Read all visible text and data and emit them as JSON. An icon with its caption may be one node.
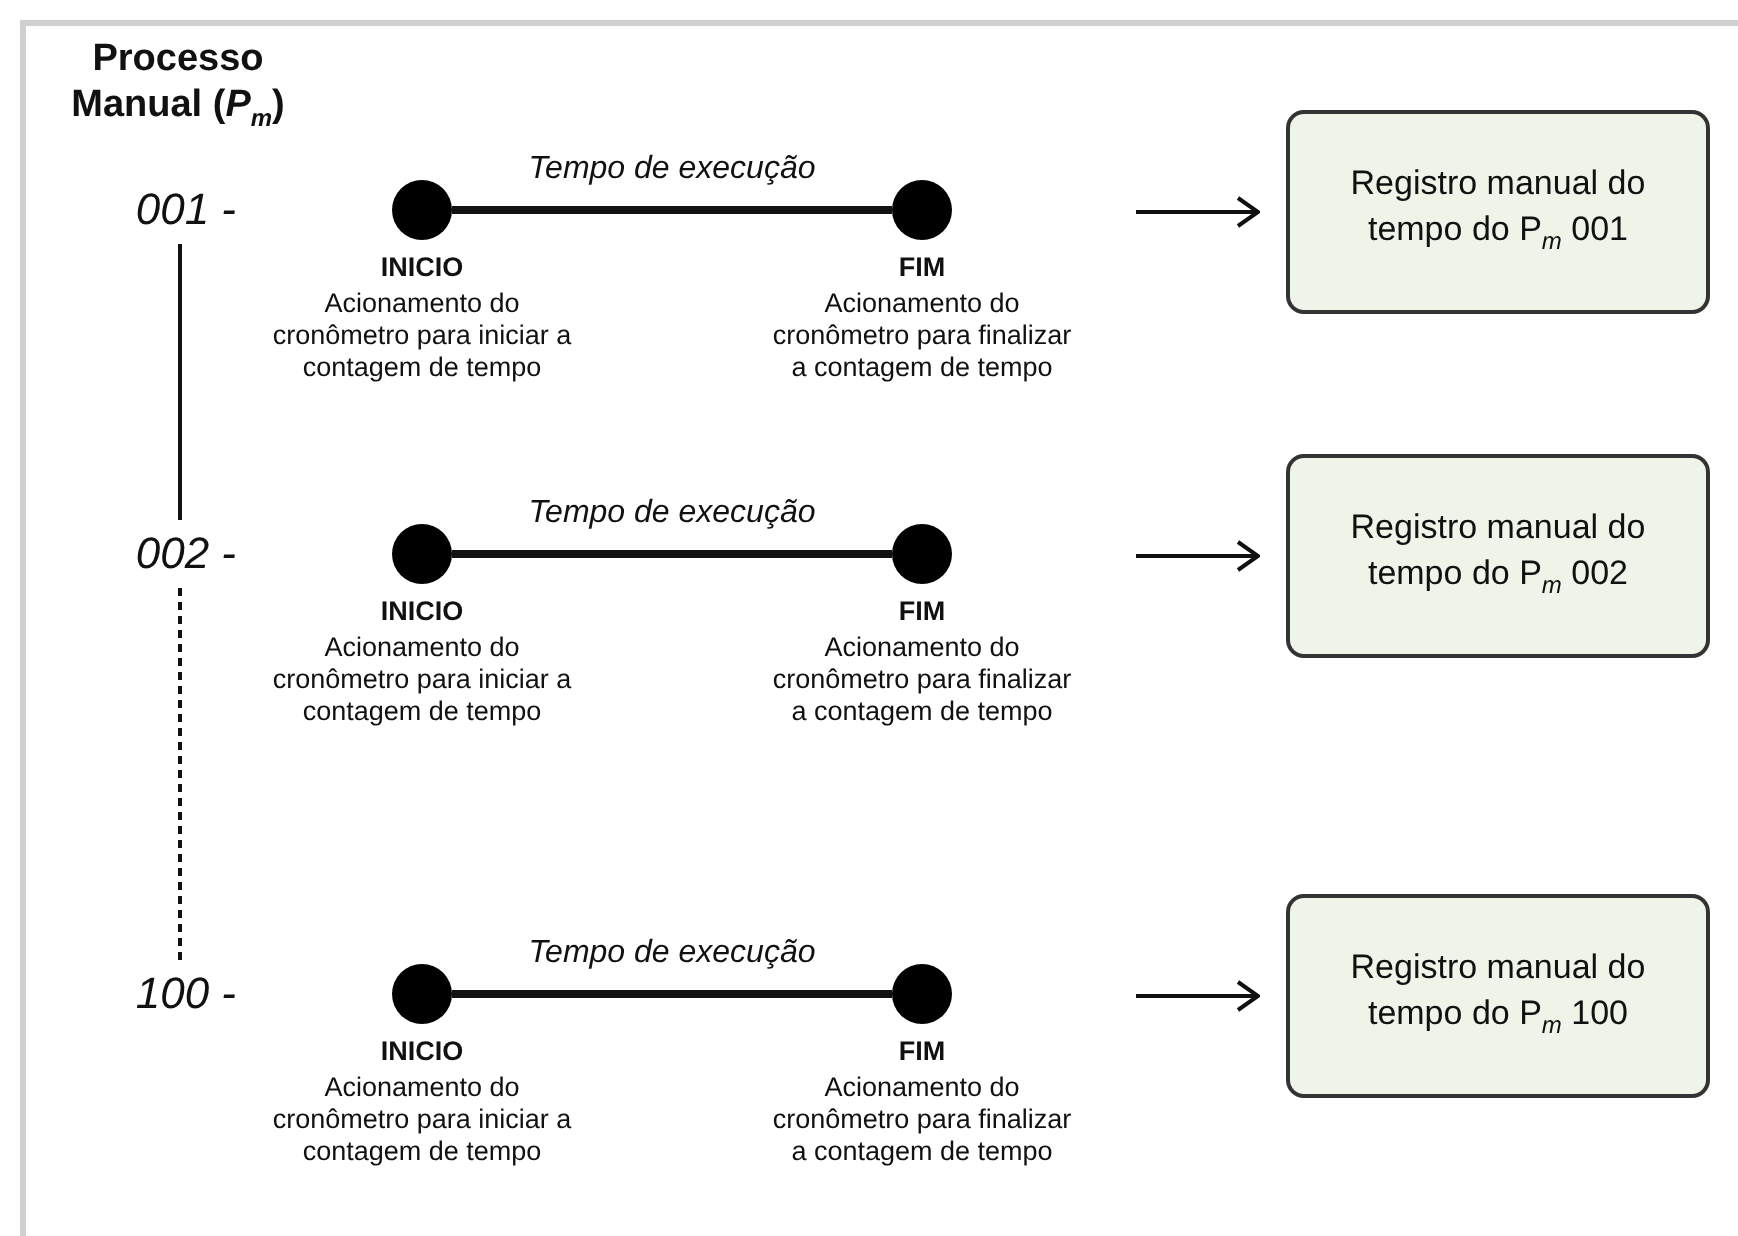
{
  "diagram": {
    "title": "Processo Manual (*P*$_{m}$)",
    "nodes": [
      {
        "text": [
          "001 -"
        ]
      },
      {
        "text": [],
        "shape": "circle",
        "beside": [
          "INICIO",
          "Acionamento do cronômetro para iniciar a contagem de tempo"
        ]
      },
      {
        "text": [],
        "shape": "circle",
        "beside": [
          "FIM",
          "Acionamento do cronômetro para finalizar a contagem de tempo"
        ]
      },
      {
        "text": [
          "Registro manual do tempo do P$_{m}$ 001"
        ]
      },
      {
        "text": [
          "002 -"
        ]
      },
      {
        "text": [],
        "shape": "circle",
        "beside": [
          "INICIO",
          "Acionamento do cronômetro para iniciar a contagem de tempo"
        ]
      },
      {
        "text": [],
        "shape": "circle",
        "beside": [
          "FIM",
          "Acionamento do cronômetro para finalizar a contagem de tempo"
        ]
      },
      {
        "text": [
          "Registro manual do tempo do P$_{m}$ 002"
        ]
      },
      {
        "text": [
          "100 -"
        ]
      },
      {
        "text": [],
        "shape": "circle",
        "beside": [
          "INICIO",
          "Acionamento do cronômetro para iniciar a contagem de tempo"
        ]
      },
      {
        "text": [],
        "shape": "circle",
        "beside": [
          "FIM",
          "Acionamento do cronômetro para finalizar a contagem de tempo"
        ]
      },
      {
        "text": [
          "Registro manual do tempo do P$_{m}$ 100"
        ]
      }
    ],
    "edges": [
      {
        "from": 1,
        "to": 2,
        "arrow": "none",
        "label": "Tempo de execução",
        "style": "thick"
      },
      {
        "from": null,
        "to": 3,
        "arrow": "to"
      },
      {
        "from": 5,
        "to": 6,
        "arrow": "none",
        "label": "Tempo de execução",
        "style": "thick"
      },
      {
        "from": null,
        "to": 7,
        "arrow": "to"
      },
      {
        "from": 9,
        "to": 10,
        "arrow": "none",
        "label": "Tempo de execução",
        "style": "thick"
      },
      {
        "from": null,
        "to": 11,
        "arrow": "to"
      },
      {
        "from": 0,
        "to": 4,
        "arrow": "none"
      },
      {
        "from": 4,
        "to": 8,
        "arrow": "none",
        "style": "dashed"
      }
    ]
  }
}
